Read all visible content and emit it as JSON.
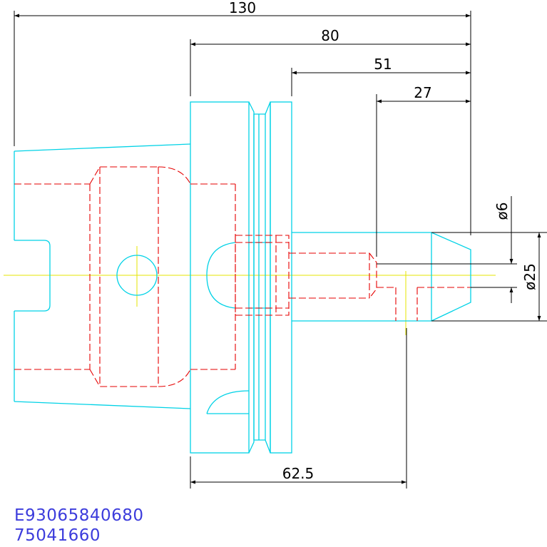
{
  "dimensions": {
    "overall_length": "130",
    "flange_to_end": "80",
    "collar_to_end": "51",
    "bore_depth": "27",
    "bore_diameter": "ø6",
    "shank_diameter": "ø25",
    "flange_to_axis_mark": "62.5"
  },
  "codes": {
    "line1": "E93065840680",
    "line2": "75041660"
  },
  "colors": {
    "outline": "#00d2e6",
    "hidden": "#e60000",
    "centerline": "#e6e600",
    "dimension": "#000000",
    "code_text": "#3c3cdc"
  }
}
